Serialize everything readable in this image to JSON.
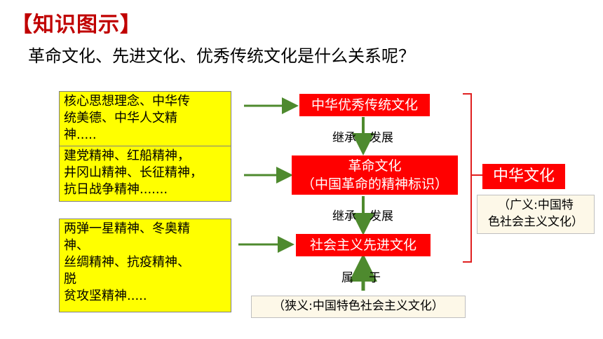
{
  "heading": "【知识图示】",
  "question": "革命文化、先进文化、优秀传统文化是什么关系呢？",
  "left_boxes": [
    {
      "lines": [
        "核心思想理念、中华传",
        "统美德、中华人文精",
        "神....."
      ]
    },
    {
      "lines": [
        "建党精神、红船精神，",
        "井冈山精神、长征精神，",
        "抗日战争精神......."
      ]
    },
    {
      "lines": [
        "两弹一星精神、冬奥精",
        "神、",
        "丝绸精神、抗疫精神、",
        "脱",
        "贫攻坚精神....."
      ]
    }
  ],
  "center": {
    "traditional": "中华优秀传统文化",
    "revolutionary": {
      "line1": "革命文化",
      "line2": "（中国革命的精神标识）"
    },
    "socialist": "社会主义先进文化"
  },
  "relations": {
    "inherit": "继承",
    "develop": "发展",
    "belong_1": "属",
    "belong_2": "于"
  },
  "right": {
    "title": "中华文化",
    "broad_line1": "（广义:中国特",
    "broad_line2": "色社会主义文化）"
  },
  "narrow_note": "（狭义:中国特色社会主义文化）",
  "colors": {
    "heading_red": "#c00000",
    "box_red": "#ff0000",
    "box_yellow": "#ffff00",
    "arrow_green": "#4e8a2e",
    "bracket_red": "#e02020"
  }
}
